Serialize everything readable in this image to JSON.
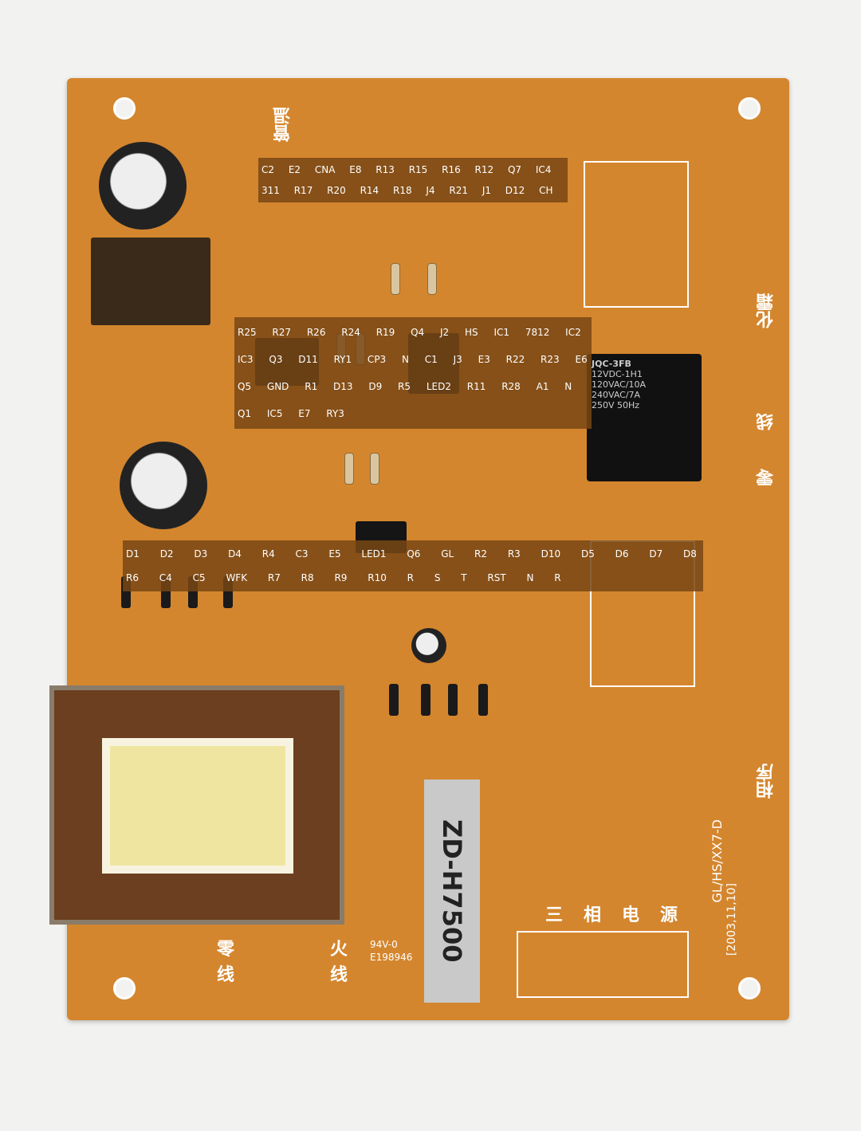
{
  "board": {
    "model": "GL/HS/XX7-D",
    "date": "[2003,11,10]",
    "rating": "94V-0",
    "cert": "E198946",
    "transformer_label": "ZD-H7500",
    "relay": {
      "model": "JQC-3FB",
      "lines": [
        "12VDC-1H1",
        "120VAC/10A",
        "240VAC/7A",
        "250V 50Hz"
      ]
    },
    "chinese": {
      "pipe_temp": "管温",
      "defrost": "化霜",
      "line": "线",
      "zero": "零",
      "phase_seq": "相序",
      "three_phase_power": "三相电源",
      "neutral": "零线",
      "live": "火线"
    },
    "labels_top": [
      "C2",
      "E2",
      "CNA",
      "E8",
      "R13",
      "R15",
      "R16",
      "R12",
      "Q7",
      "IC4",
      "311",
      "R17",
      "R20",
      "R14",
      "R18",
      "J4",
      "R21",
      "J1",
      "D12",
      "CH"
    ],
    "labels_mid": [
      "R25",
      "R27",
      "R26",
      "R24",
      "R19",
      "Q4",
      "J2",
      "HS",
      "IC1",
      "7812",
      "IC2",
      "IC3",
      "Q3",
      "D11",
      "RY1",
      "CP3 N",
      "C1",
      "J3",
      "E3",
      "R22",
      "R23",
      "E6",
      "Q5",
      "GND",
      "R1",
      "D13",
      "D9",
      "R5",
      "LED2",
      "R11",
      "R28",
      "A1 N",
      "Q1",
      "IC5",
      "E7",
      "RY3"
    ],
    "labels_low": [
      "D1",
      "D2",
      "D3",
      "D4",
      "R4",
      "C3",
      "E5",
      "LED1",
      "Q6",
      "GL",
      "R2",
      "R3",
      "D10",
      "D5",
      "D6",
      "D7",
      "D8",
      "R6",
      "C4",
      "C5",
      "WFK",
      "R7",
      "R8",
      "R9",
      "R10",
      "R",
      "S",
      "T",
      "RST",
      "N",
      "R"
    ]
  }
}
